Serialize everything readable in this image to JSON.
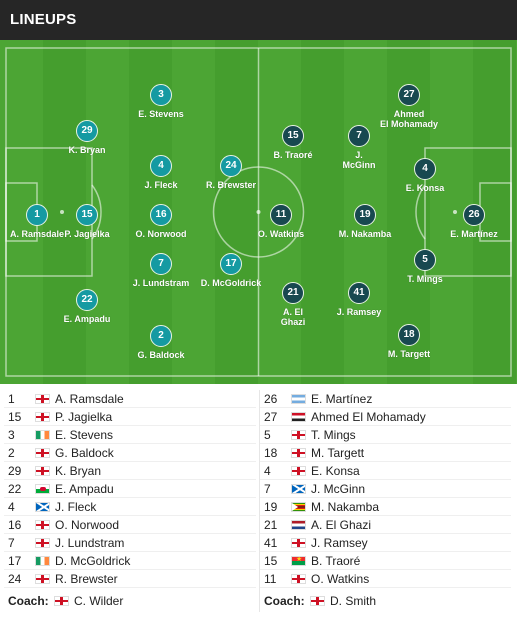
{
  "header": {
    "title": "LINEUPS"
  },
  "home_players": [
    {
      "num": "1",
      "name": "A. Ramsdale",
      "flag": "eng"
    },
    {
      "num": "15",
      "name": "P. Jagielka",
      "flag": "eng"
    },
    {
      "num": "3",
      "name": "E. Stevens",
      "flag": "irl"
    },
    {
      "num": "2",
      "name": "G. Baldock",
      "flag": "eng"
    },
    {
      "num": "29",
      "name": "K. Bryan",
      "flag": "eng"
    },
    {
      "num": "22",
      "name": "E. Ampadu",
      "flag": "wal"
    },
    {
      "num": "4",
      "name": "J. Fleck",
      "flag": "sco"
    },
    {
      "num": "16",
      "name": "O. Norwood",
      "flag": "eng"
    },
    {
      "num": "7",
      "name": "J. Lundstram",
      "flag": "eng"
    },
    {
      "num": "17",
      "name": "D. McGoldrick",
      "flag": "irl"
    },
    {
      "num": "24",
      "name": "R. Brewster",
      "flag": "eng"
    }
  ],
  "away_players": [
    {
      "num": "26",
      "name": "E. Martínez",
      "flag": "arg"
    },
    {
      "num": "27",
      "name": "Ahmed El Mohamady",
      "flag": "egy"
    },
    {
      "num": "5",
      "name": "T. Mings",
      "flag": "eng"
    },
    {
      "num": "18",
      "name": "M. Targett",
      "flag": "eng"
    },
    {
      "num": "4",
      "name": "E. Konsa",
      "flag": "eng"
    },
    {
      "num": "7",
      "name": "J. McGinn",
      "flag": "sco"
    },
    {
      "num": "19",
      "name": "M. Nakamba",
      "flag": "zim"
    },
    {
      "num": "21",
      "name": "A. El Ghazi",
      "flag": "ned"
    },
    {
      "num": "41",
      "name": "J. Ramsey",
      "flag": "eng"
    },
    {
      "num": "15",
      "name": "B. Traoré",
      "flag": "bfa"
    },
    {
      "num": "11",
      "name": "O. Watkins",
      "flag": "eng"
    }
  ],
  "pitch_labels": {
    "home": [
      "A. Ramsdale",
      "P. Jagielka",
      "E. Stevens",
      "G. Baldock",
      "K. Bryan",
      "E. Ampadu",
      "J. Fleck",
      "O. Norwood",
      "J. Lundstram",
      "D. McGoldrick",
      "R. Brewster"
    ],
    "away": [
      "E. Martínez",
      "Ahmed\nEl Mohamady",
      "T. Mings",
      "M. Targett",
      "E. Konsa",
      "J.\nMcGinn",
      "M. Nakamba",
      "A. El\nGhazi",
      "J. Ramsey",
      "B. Traoré",
      "O. Watkins"
    ]
  },
  "coaches": {
    "label": "Coach:",
    "home": {
      "name": "C. Wilder",
      "flag": "eng"
    },
    "away": {
      "name": "D. Smith",
      "flag": "eng"
    }
  },
  "colors": {
    "home_bubble": "#159aa2",
    "away_bubble": "#184950",
    "pitch": "#4ca534",
    "header": "#262626"
  }
}
